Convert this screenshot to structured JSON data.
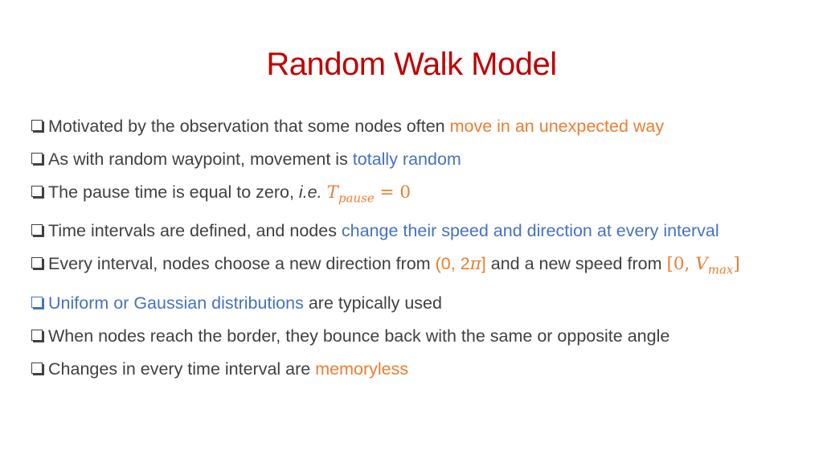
{
  "slide": {
    "title": "Random Walk Model",
    "colors": {
      "title": "#c00000",
      "text": "#404040",
      "orange": "#ed7d31",
      "blue": "#4472c4"
    },
    "bullets": [
      {
        "text": "Motivated by the observation that some nodes often ",
        "highlight": "move in an unexpected way"
      },
      {
        "text": "As with random waypoint, movement is ",
        "highlight": "totally random"
      },
      {
        "text": "The pause time is equal to zero, ",
        "ie": "i.e.",
        "math_var": "T",
        "math_sub": "pause",
        "math_rest": " = 0"
      },
      {
        "text": "Time intervals are defined, and nodes ",
        "highlight": "change their speed and direction at every interval"
      },
      {
        "text": "Every interval, nodes choose a new direction from ",
        "range1": "(0, 2",
        "pi": "π",
        "range1_end": "]",
        "text2": " and a new speed from ",
        "range2_start": "[0, ",
        "vmax_var": "V",
        "vmax_sub": "max",
        "range2_end": "]"
      },
      {
        "highlight": "Uniform or Gaussian distributions",
        "text": " are typically used"
      },
      {
        "text": "When nodes reach the border, they bounce back with the same or opposite angle"
      },
      {
        "text": "Changes in every time interval are ",
        "highlight": "memoryless"
      }
    ]
  }
}
